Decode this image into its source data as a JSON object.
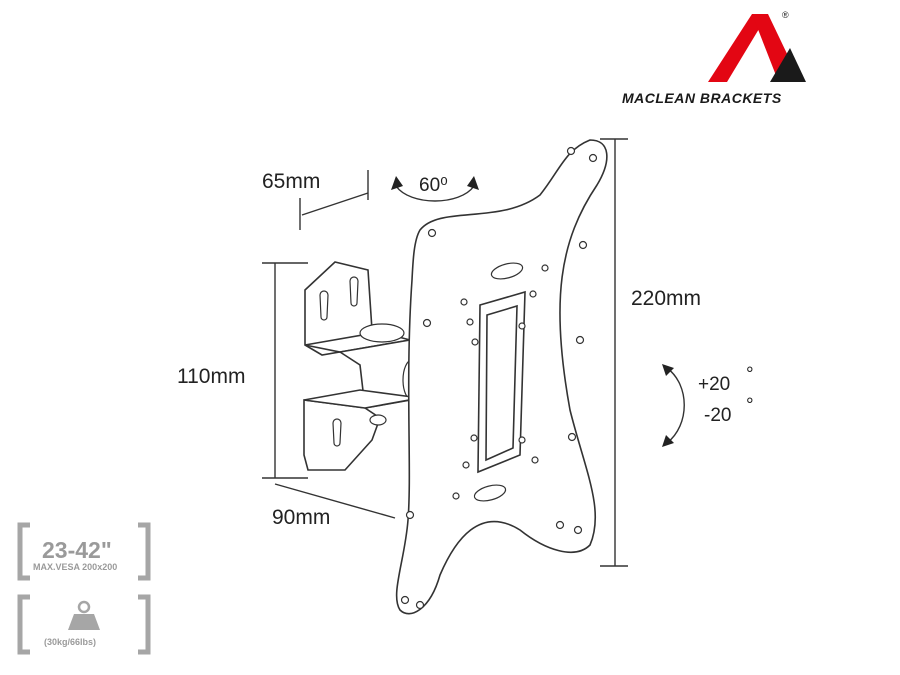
{
  "brand": {
    "name": "MACLEAN BRACKETS",
    "registered": "®",
    "colors": {
      "red": "#e30613",
      "dark": "#1a1a1a"
    }
  },
  "dimensions": {
    "depth_min": "65mm",
    "swivel": "60⁰",
    "height": "220mm",
    "arm_height": "110mm",
    "depth_max": "90mm",
    "tilt_up": "+20",
    "tilt_down": "-20",
    "degree_mark": "°"
  },
  "badges": {
    "screen_size": "23-42\"",
    "vesa": "MAX.VESA 200x200",
    "load": "(30kg/66lbs)",
    "color": "#9a9a9a"
  }
}
